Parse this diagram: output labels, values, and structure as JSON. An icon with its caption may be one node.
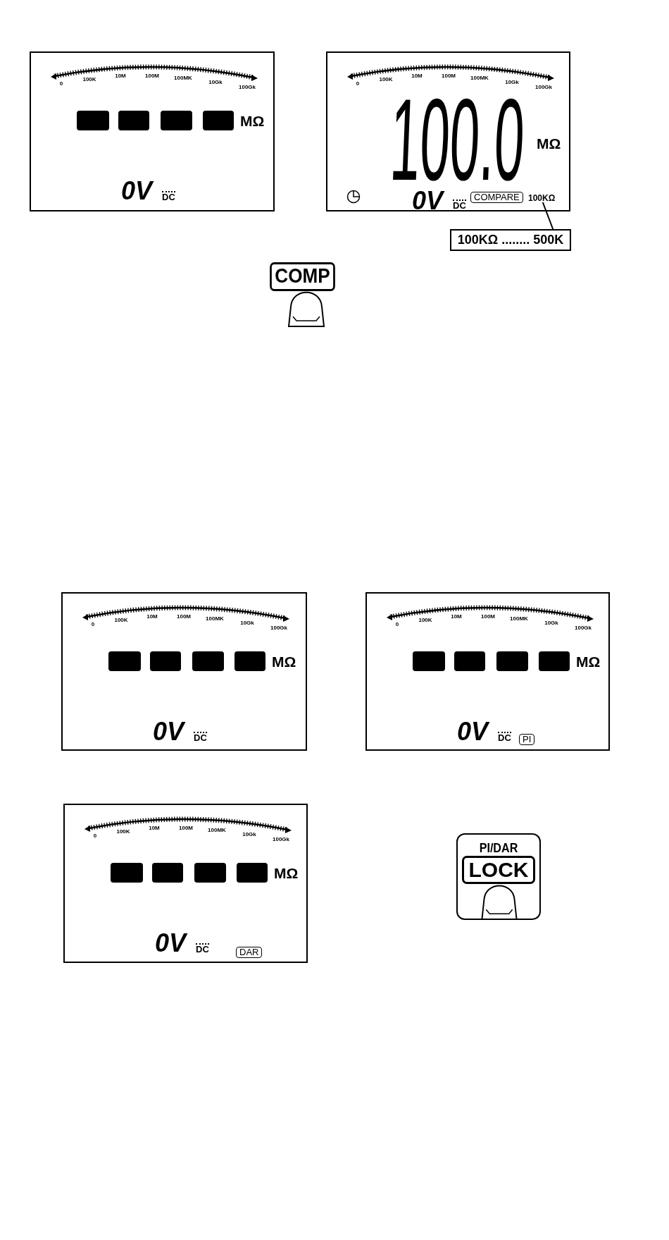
{
  "diagram": {
    "nodes": [
      {
        "text": [
          "0",
          "100K",
          "10M",
          "100M",
          "100MK",
          "10Gk",
          "100Gk",
          "MΩ",
          "0V",
          "DC"
        ]
      },
      {
        "text": [
          "0",
          "100K",
          "10M",
          "100M",
          "100MK",
          "10Gk",
          "100Gk",
          "100.0",
          "MΩ",
          "0V",
          "DC",
          "COMPARE"
        ]
      },
      {
        "text": [
          "100KΩ"
        ],
        "in": 1
      },
      {
        "text": [
          "100KΩ ........ 500K"
        ]
      },
      {
        "text": [
          "COMP"
        ]
      },
      {
        "text": [
          "0",
          "100K",
          "10M",
          "100M",
          "100MK",
          "10Gk",
          "100Gk",
          "MΩ",
          "0V",
          "DC"
        ]
      },
      {
        "text": [
          "0",
          "100K",
          "10M",
          "100M",
          "100MK",
          "10Gk",
          "100Gk",
          "MΩ",
          "0V",
          "DC",
          "PI"
        ]
      },
      {
        "text": [
          "0",
          "100K",
          "10M",
          "100M",
          "100MK",
          "10Gk",
          "100Gk",
          "MΩ",
          "0V",
          "DC",
          "DAR"
        ]
      },
      {
        "text": [
          "PI/DAR",
          "LOCK"
        ]
      }
    ],
    "edges": [
      {
        "from": 2,
        "to": 3,
        "arrow": "none"
      }
    ]
  }
}
